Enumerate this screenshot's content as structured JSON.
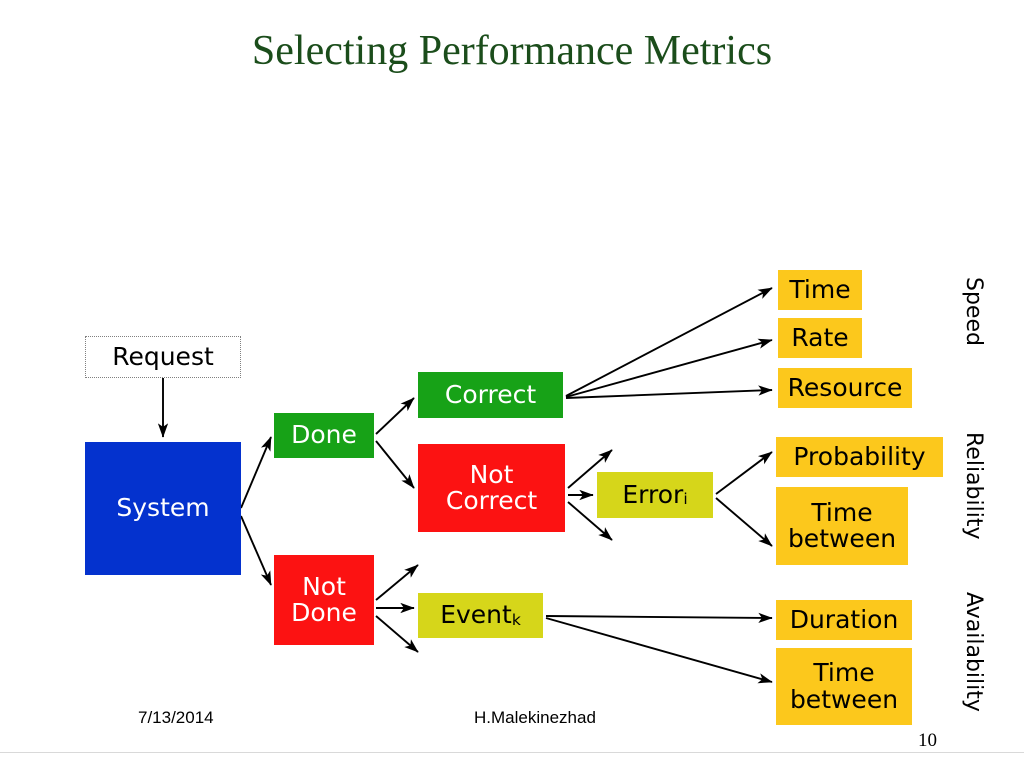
{
  "slide": {
    "title": "Selecting Performance Metrics",
    "page_number": "10",
    "footer": {
      "date": "7/13/2014",
      "author": "H.Malekinezhad"
    }
  },
  "colors": {
    "title_green": "#1b4d1b",
    "system_blue": "#0432ce",
    "positive_green": "#17a217",
    "negative_red": "#fc1212",
    "event_olive": "#d6d61a",
    "metric_amber": "#fcc81c",
    "request_border": "#808080",
    "bottom_rule": "#d9d9d9"
  },
  "diagram": {
    "type": "flowchart",
    "nodes": {
      "request": {
        "label": "Request"
      },
      "system": {
        "label": "System"
      },
      "done": {
        "label": "Done"
      },
      "not_done": {
        "label": "Not\nDone"
      },
      "correct": {
        "label": "Correct"
      },
      "not_correct": {
        "label": "Not\nCorrect"
      },
      "error": {
        "label": "Error",
        "subscript": "i"
      },
      "event": {
        "label": "Event",
        "subscript": "k"
      },
      "time_speed": {
        "label": "Time"
      },
      "rate": {
        "label": "Rate"
      },
      "resource": {
        "label": "Resource"
      },
      "probability": {
        "label": "Probability"
      },
      "time_between_reliability": {
        "label": "Time\nbetween"
      },
      "duration": {
        "label": "Duration"
      },
      "time_between_availability": {
        "label": "Time\nbetween"
      }
    },
    "category_labels": {
      "speed": "Speed",
      "reliability": "Reliability",
      "availability": "Availability"
    },
    "edges": [
      {
        "from": "request",
        "to": "system"
      },
      {
        "from": "system",
        "to": "done"
      },
      {
        "from": "system",
        "to": "not_done"
      },
      {
        "from": "done",
        "to": "correct"
      },
      {
        "from": "done",
        "to": "not_correct"
      },
      {
        "from": "correct",
        "to": "time_speed"
      },
      {
        "from": "correct",
        "to": "rate"
      },
      {
        "from": "correct",
        "to": "resource"
      },
      {
        "from": "not_correct",
        "to": "error"
      },
      {
        "from": "error",
        "to": "probability"
      },
      {
        "from": "error",
        "to": "time_between_reliability"
      },
      {
        "from": "not_done",
        "to": "event"
      },
      {
        "from": "event",
        "to": "duration"
      },
      {
        "from": "event",
        "to": "time_between_availability"
      }
    ]
  }
}
